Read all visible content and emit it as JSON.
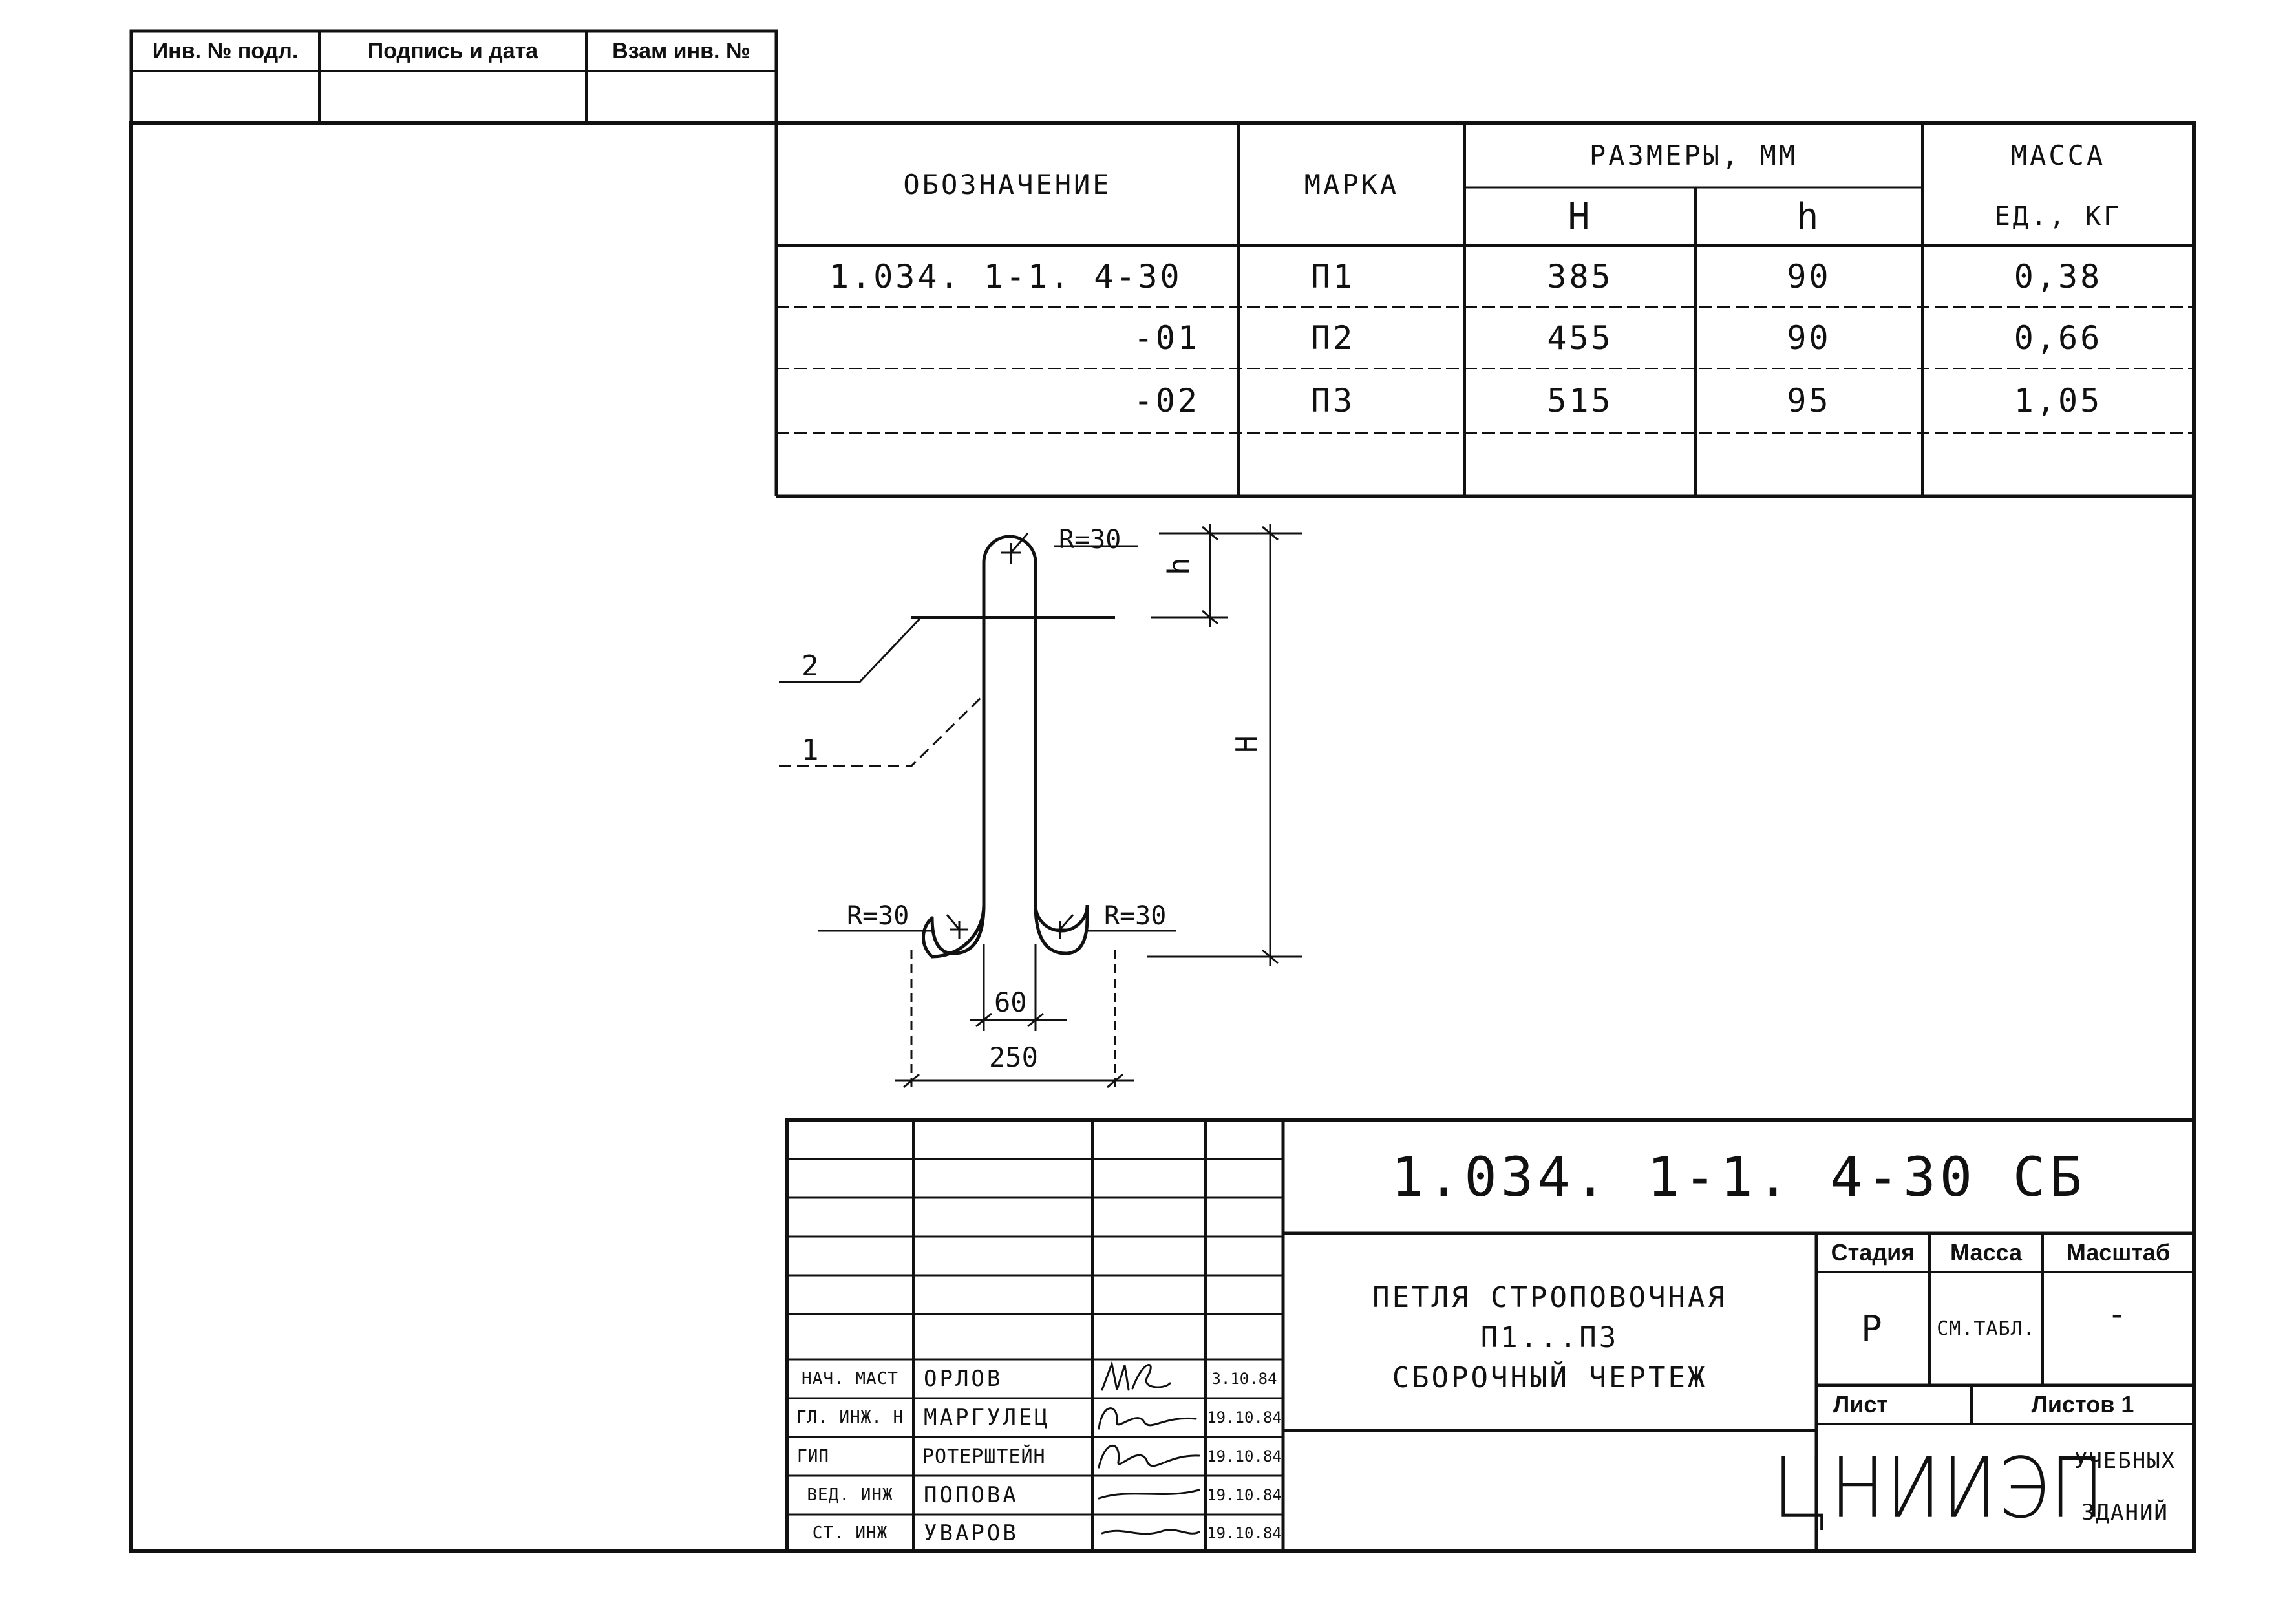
{
  "top_stamp": {
    "headers": [
      "Инв. № подл.",
      "Подпись и дата",
      "Взам инв. №"
    ]
  },
  "spec_table": {
    "headers": {
      "designation": "ОБОЗНАЧЕНИЕ",
      "mark": "МАРКА",
      "dimensions": "РАЗМЕРЫ, ММ",
      "dim_H": "Н",
      "dim_h": "h",
      "mass": "МАССА",
      "mass_unit": "ЕД., КГ"
    },
    "rows": [
      {
        "designation": "1.034. 1-1. 4-30",
        "mark": "П1",
        "H": "385",
        "h": "90",
        "mass": "0,38"
      },
      {
        "designation": "-01",
        "mark": "П2",
        "H": "455",
        "h": "90",
        "mass": "0,66"
      },
      {
        "designation": "-02",
        "mark": "П3",
        "H": "515",
        "h": "95",
        "mass": "1,05"
      }
    ]
  },
  "drawing": {
    "labels": {
      "radius_top": "R=30",
      "radius_left": "R=30",
      "radius_right": "R=30",
      "dim_h": "h",
      "dim_H": "H",
      "dim_inner": "60",
      "dim_outer": "250",
      "leader_1": "1",
      "leader_2": "2"
    }
  },
  "title_block": {
    "doc_code": "1.034. 1-1. 4-30 СБ",
    "title_lines": [
      "ПЕТЛЯ СТРОПОВОЧНАЯ",
      "П1...П3",
      "СБОРОЧНЫЙ ЧЕРТЕЖ"
    ],
    "stage_header": "Стадия",
    "mass_header": "Масса",
    "scale_header": "Масштаб",
    "stage_value": "Р",
    "mass_value": "СМ.ТАБЛ.",
    "scale_value": "-",
    "sheet_label": "Лист",
    "sheets_label": "Листов 1",
    "org_logo": "ЦНИИЭП",
    "org_line1": "УЧЕБНЫХ",
    "org_line2": "ЗДАНИЙ",
    "signatures": [
      {
        "role": "НАЧ. МАСТ",
        "name": "ОРЛОВ",
        "date": "3.10.84"
      },
      {
        "role": "ГЛ. ИНЖ. Н",
        "name": "МАРГУЛЕЦ",
        "date": "19.10.84"
      },
      {
        "role": "ГИП",
        "name": "РОТЕРШТЕЙН",
        "date": "19.10.84"
      },
      {
        "role": "ВЕД. ИНЖ",
        "name": "ПОПОВА",
        "date": "19.10.84"
      },
      {
        "role": "СТ. ИНЖ",
        "name": "УВАРОВ",
        "date": "19.10.84"
      }
    ]
  }
}
